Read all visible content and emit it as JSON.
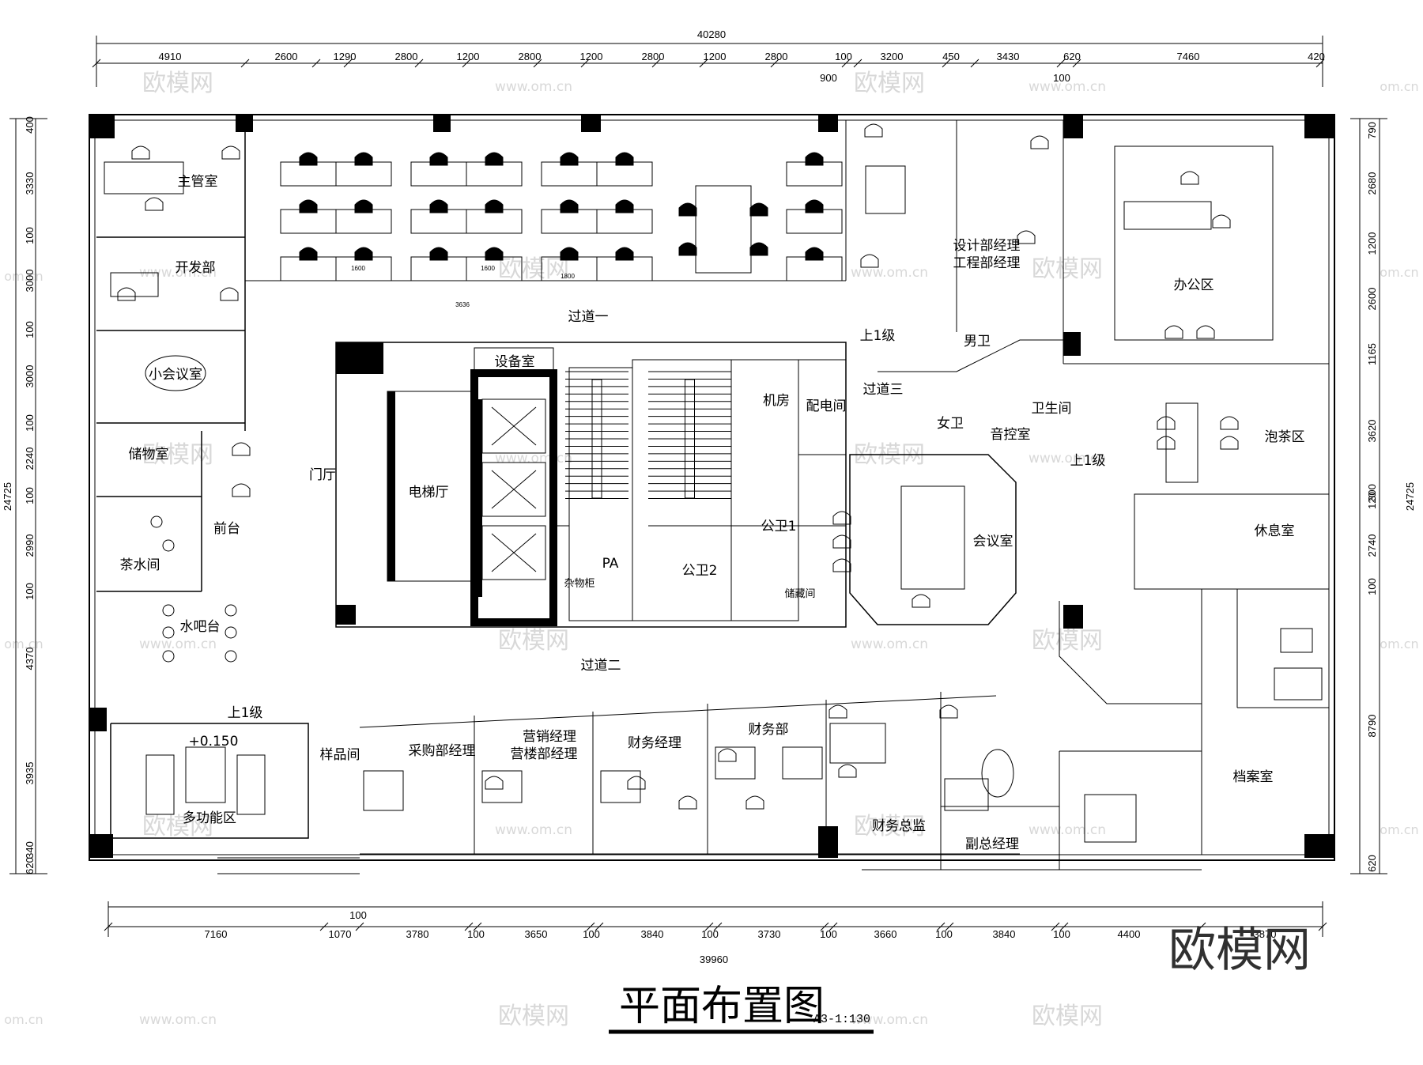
{
  "drawing": {
    "title": "平面布置图",
    "scale_note": "A3-1:130",
    "brand_logo": "欧模网",
    "watermark_text": "欧模网",
    "watermark_url": "www.om.cn",
    "watermark_url_short": "om.cn"
  },
  "dimensions": {
    "top_total": "40280",
    "top_segments": [
      "4910",
      "2600",
      "1290",
      "2800",
      "1200",
      "2800",
      "1200",
      "2800",
      "1200",
      "2800",
      "100",
      "3200",
      "450",
      "3430",
      "620",
      "7460",
      "420"
    ],
    "top_sub": [
      "900",
      "100"
    ],
    "bottom_total": "39960",
    "bottom_segments": [
      "7160",
      "1070",
      "3780",
      "100",
      "3650",
      "100",
      "3840",
      "100",
      "3730",
      "100",
      "3660",
      "100",
      "3840",
      "100",
      "4400",
      "3870"
    ],
    "bottom_sub": "100",
    "left_total": "24725",
    "left_segments": [
      "400",
      "3330",
      "100",
      "3000",
      "100",
      "3000",
      "100",
      "2240",
      "100",
      "2990",
      "100",
      "4370",
      "3935",
      "340",
      "620"
    ],
    "right_total": "24725",
    "right_segments": [
      "790",
      "2680",
      "1200",
      "2600",
      "1165",
      "3620",
      "300",
      "120",
      "2740",
      "100",
      "8790",
      "620"
    ]
  },
  "rooms": {
    "supervisor": "主管室",
    "dev": "开发部",
    "small_meeting": "小会议室",
    "storage": "储物室",
    "reception": "前台",
    "tea_room": "茶水间",
    "water_bar": "水吧台",
    "lobby": "门厅",
    "elevator_hall": "电梯厅",
    "equipment": "设备室",
    "machine_room": "机房",
    "power_room": "配电间",
    "corridor1": "过道一",
    "corridor2": "过道二",
    "corridor3": "过道三",
    "step_up": "上1级",
    "design_mgr": "设计部经理",
    "eng_mgr": "工程部经理",
    "office_area": "办公区",
    "men_wc": "男卫",
    "women_wc": "女卫",
    "av_room": "音控室",
    "restroom": "卫生间",
    "tea_area": "泡茶区",
    "lounge": "休息室",
    "meeting": "会议室",
    "public_wc1": "公卫1",
    "public_wc2": "公卫2",
    "pa": "PA",
    "misc_cabinet": "杂物柜",
    "utility": "储藏间",
    "multi_area": "多功能区",
    "level_mark": "+0.150",
    "sample_room": "样品间",
    "purchase_mgr": "采购部经理",
    "sales_mgr": "营销经理",
    "sales_dept_mgr": "营楼部经理",
    "finance_mgr": "财务经理",
    "finance_dept": "财务部",
    "cfo": "财务总监",
    "deputy_gm": "副总经理",
    "archive": "档案室",
    "desk_dim1": "1600",
    "desk_dim2": "1600",
    "desk_dim3": "1800",
    "desk_dim4": "3636"
  }
}
